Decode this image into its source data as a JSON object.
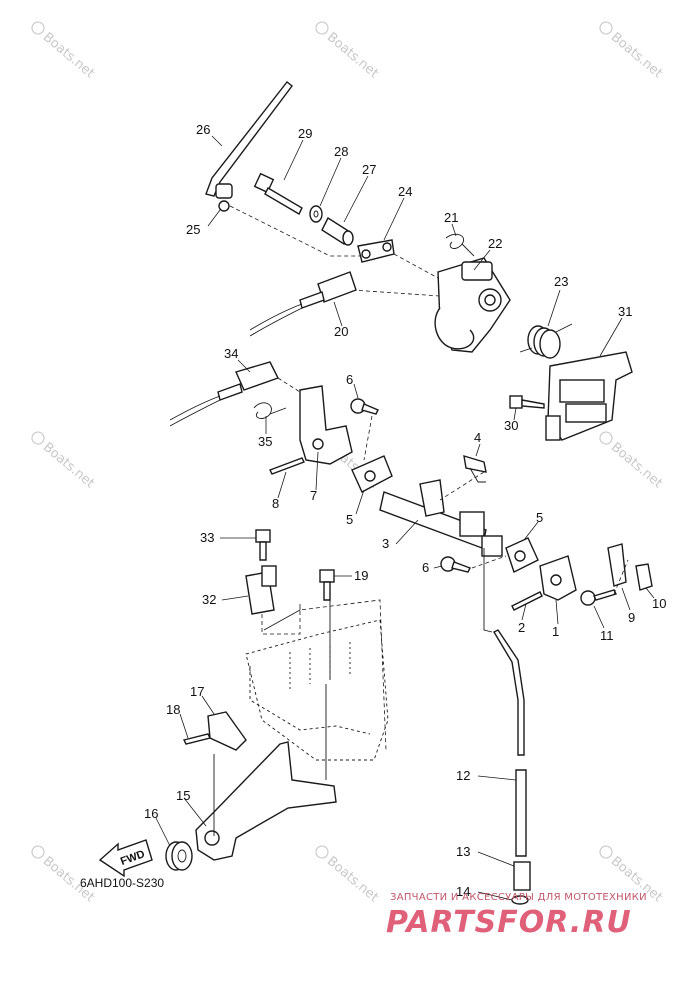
{
  "diagram": {
    "code": "6AHD100-S230",
    "fwd_label": "FWD",
    "watermark_text": "Boats.net",
    "banner_text": "ЗАПЧАСТИ И АКСЕССУАРЫ ДЛЯ МОТОТЕХНИКИ",
    "brand_text": "PARTSFOR.RU",
    "brand_color": "#e0607a"
  },
  "callouts": [
    "26",
    "29",
    "28",
    "27",
    "24",
    "21",
    "22",
    "23",
    "31",
    "25",
    "20",
    "34",
    "6",
    "35",
    "8",
    "7",
    "5",
    "3",
    "4",
    "30",
    "5",
    "6",
    "2",
    "1",
    "9",
    "10",
    "11",
    "33",
    "19",
    "32",
    "17",
    "18",
    "15",
    "16",
    "12",
    "13",
    "14"
  ]
}
